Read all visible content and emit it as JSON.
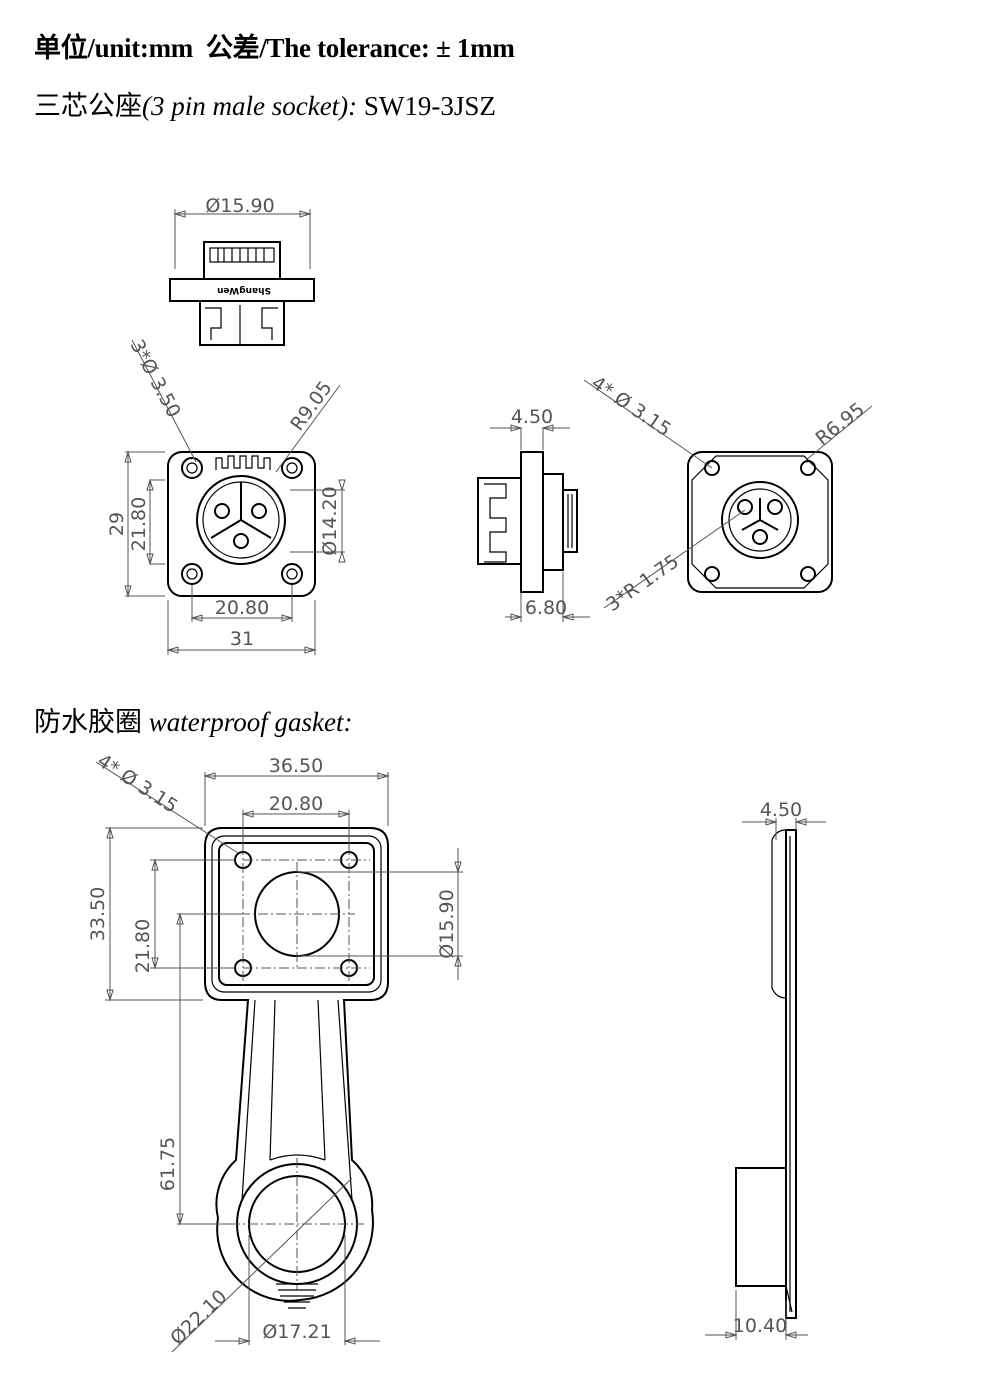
{
  "header": {
    "unit_label": "单位/unit:mm",
    "tolerance_label": "公差/The tolerance: ± 1mm"
  },
  "socket_section": {
    "title_cn": "三芯公座",
    "title_en": "(3 pin male socket):",
    "model": "SW19-3JSZ",
    "logo_text": "ShangWen"
  },
  "gasket_section": {
    "title_cn": "防水胶圈",
    "title_en": "waterproof gasket:"
  },
  "dimensions": {
    "top_dia": "Ø15.90",
    "holes_front": "3*Ø 3.50",
    "radius_front": "R9.05",
    "height_29": "29",
    "height_2180": "21.80",
    "dia_1420": "Ø14.20",
    "width_2080": "20.80",
    "width_31": "31",
    "side_450": "4.50",
    "side_680": "6.80",
    "holes_back": "4* Ø 3.15",
    "radius_back": "R6.95",
    "radius_pins": "3*R 1.75",
    "g_width_3650": "36.50",
    "g_width_2080": "20.80",
    "g_holes": "4* Ø 3.15",
    "g_height_3350": "33.50",
    "g_height_2180": "21.80",
    "g_dia_1590": "Ø15.90",
    "g_len_6175": "61.75",
    "g_dia_2210": "Ø22.10",
    "g_dia_1721": "Ø17.21",
    "g_side_450": "4.50",
    "g_side_1040": "10.40"
  }
}
